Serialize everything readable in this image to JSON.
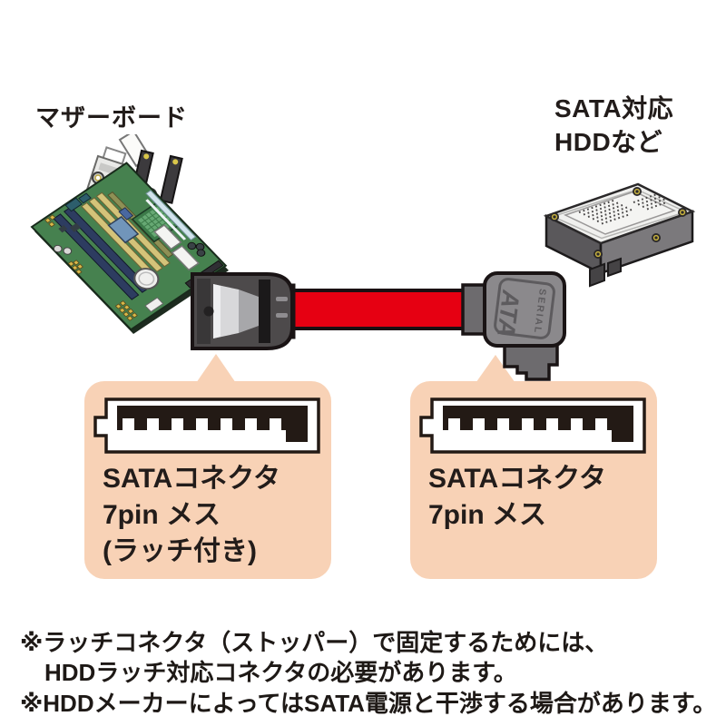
{
  "labels": {
    "motherboard": "マザーボード",
    "hdd_line1": "SATA対応",
    "hdd_line2": "HDDなど"
  },
  "cable": {
    "logo_serial": "SERIAL",
    "logo_ata": "ATA"
  },
  "callouts": {
    "left": {
      "line1": "SATAコネクタ",
      "line2": "7pin メス",
      "line3": "(ラッチ付き)",
      "pin_count": 7
    },
    "right": {
      "line1": "SATAコネクタ",
      "line2": "7pin メス",
      "pin_count": 7
    }
  },
  "notes": {
    "line1": "※ラッチコネクタ（ストッパー）で固定するためには、",
    "line2": "HDDラッチ対応コネクタの必要があります。",
    "line3": "※HDDメーカーによってはSATA電源と干渉する場合があります。"
  },
  "colors": {
    "callout_bg": "#f8d2b6",
    "cable_red": "#e60012",
    "connector_dark_gray": "#4d4a4b",
    "connector_light_gray": "#8b898c",
    "board_green": "#46814f",
    "outline_black": "#1a1415"
  }
}
